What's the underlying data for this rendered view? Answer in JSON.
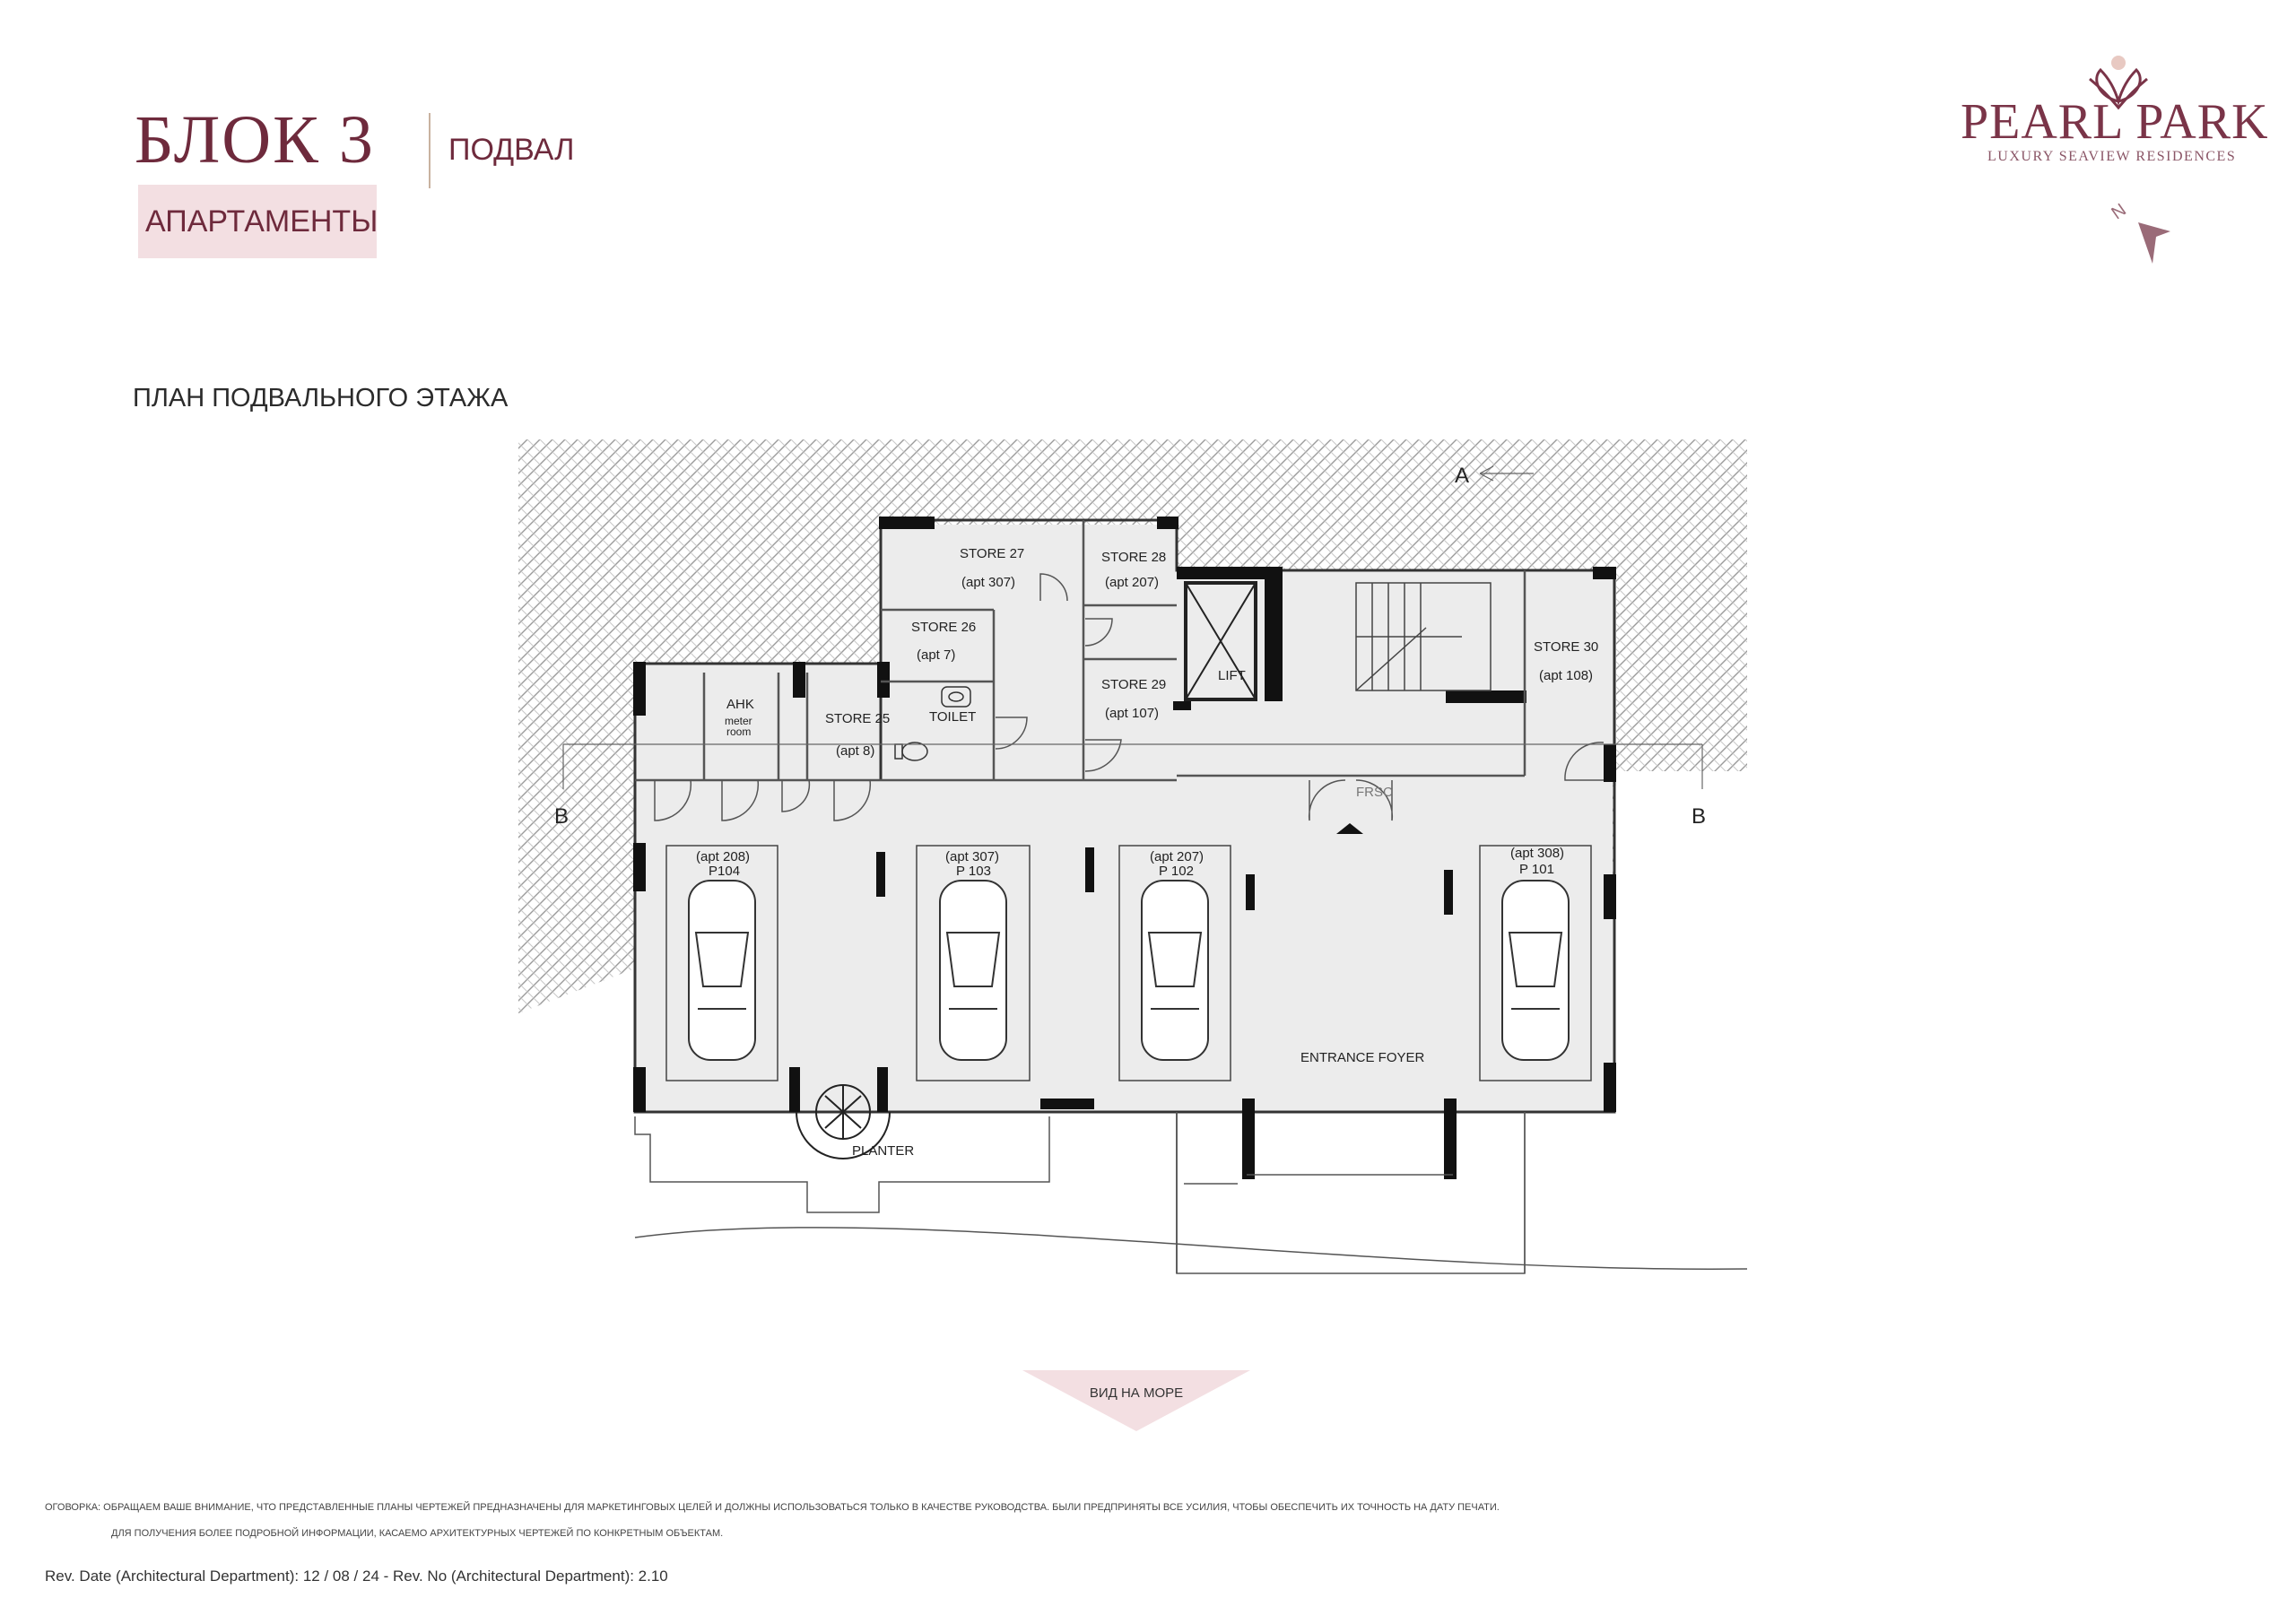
{
  "header": {
    "block_title": "БЛОК 3",
    "floor_label": "ПОДВАЛ",
    "type_badge": "АПАРТАМЕНТЫ"
  },
  "logo": {
    "title": "PEARL PARK",
    "subtitle": "LUXURY SEAVIEW RESIDENCES"
  },
  "plan": {
    "title": "ПЛАН ПОДВАЛЬНОГО ЭТАЖА",
    "section_a": "A",
    "section_b_left": "B",
    "section_b_right": "B",
    "rooms": {
      "store27": "STORE 27",
      "store27_apt": "(apt 307)",
      "store28": "STORE 28",
      "store28_apt": "(apt 207)",
      "store26": "STORE 26",
      "store26_apt": "(apt 7)",
      "toilet": "TOILET",
      "store29": "STORE 29",
      "store29_apt": "(apt 107)",
      "lift": "LIFT",
      "store30": "STORE 30",
      "store30_apt": "(apt 108)",
      "ahk": "AHK",
      "meter": "meter",
      "meter_room": "room",
      "store25": "STORE 25",
      "store25_apt": "(apt 8)",
      "frsc": "FRSC",
      "entrance": "ENTRANCE FOYER",
      "planter": "PLANTER"
    },
    "parking": [
      {
        "apt": "(apt 208)",
        "label": "P104"
      },
      {
        "apt": "(apt 307)",
        "label": "P 103"
      },
      {
        "apt": "(apt 207)",
        "label": "P 102"
      },
      {
        "apt": "(apt 308)",
        "label": "P 101"
      }
    ]
  },
  "view_marker": "ВИД НА МОРЕ",
  "footer": {
    "disclaimer_line1": "ОГОВОРКА: ОБРАЩАЕМ ВАШЕ ВНИМАНИЕ, ЧТО ПРЕДСТАВЛЕННЫЕ ПЛАНЫ ЧЕРТЕЖЕЙ ПРЕДНАЗНАЧЕНЫ ДЛЯ МАРКЕТИНГОВЫХ ЦЕЛЕЙ И ДОЛЖНЫ ИСПОЛЬЗОВАТЬСЯ ТОЛЬКО В КАЧЕСТВЕ РУКОВОДСТВА. БЫЛИ ПРЕДПРИНЯТЫ ВСЕ УСИЛИЯ, ЧТОБЫ ОБЕСПЕЧИТЬ ИХ ТОЧНОСТЬ НА ДАТУ ПЕЧАТИ.",
    "disclaimer_line2": "ДЛЯ ПОЛУЧЕНИЯ БОЛЕЕ ПОДРОБНОЙ ИНФОРМАЦИИ, КАСАЕМО АРХИТЕКТУРНЫХ ЧЕРТЕЖЕЙ ПО КОНКРЕТНЫМ ОБЪЕКТАМ.",
    "revision": "Rev. Date (Architectural Department): 12 / 08 / 24 - Rev. No (Architectural Department): 2.10"
  },
  "colors": {
    "brand": "#6e2a3c",
    "badge_bg": "#f3dfe2",
    "floor_fill": "#ececec",
    "wall": "#111111"
  }
}
